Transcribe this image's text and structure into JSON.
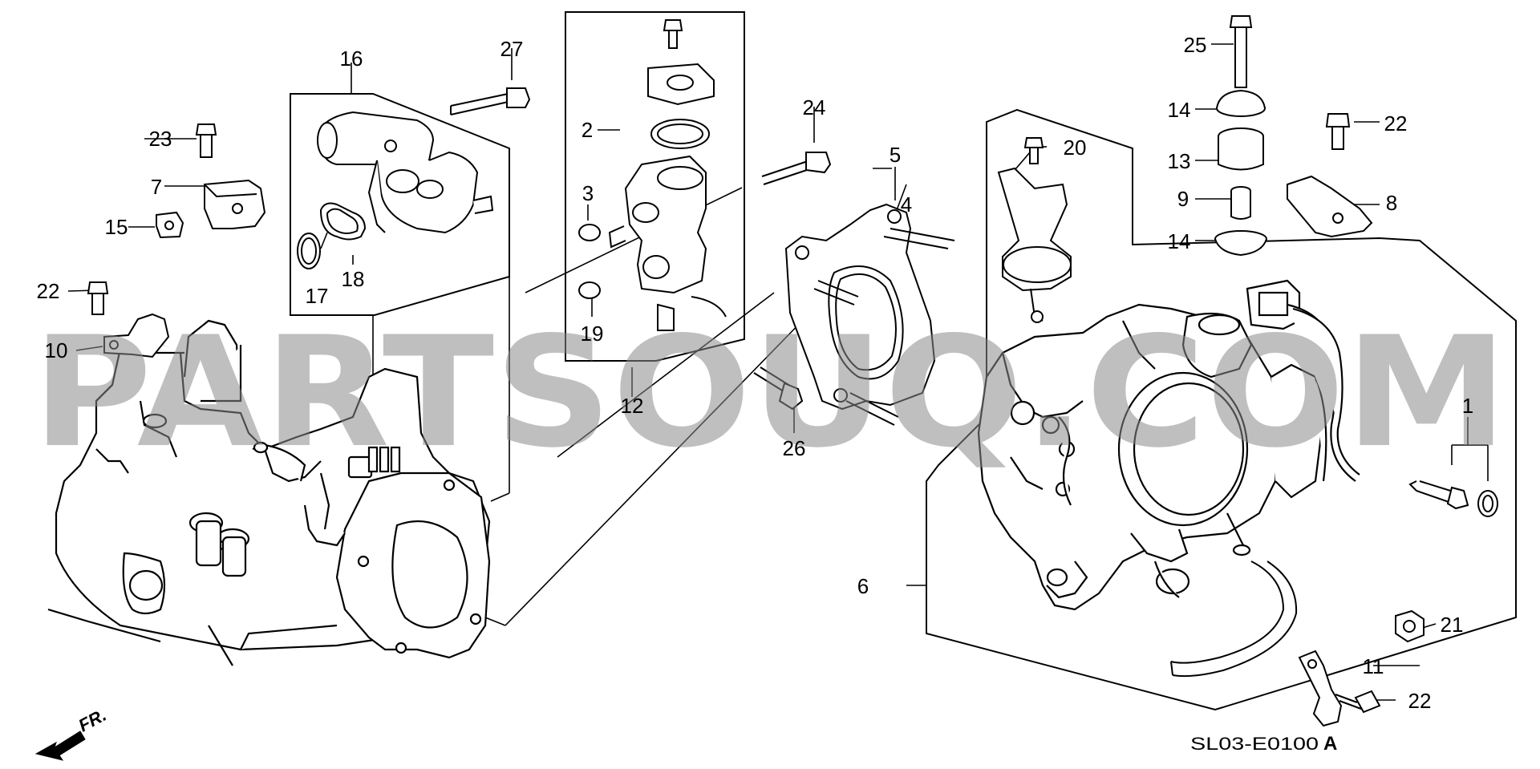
{
  "diagram": {
    "watermark": "PARTSOUQ.COM",
    "code": "SL03-E0100",
    "code_suffix": "A",
    "front_label": "FR.",
    "callouts": [
      "1",
      "2",
      "3",
      "4",
      "5",
      "6",
      "7",
      "8",
      "9",
      "10",
      "11",
      "12",
      "13",
      "14",
      "14",
      "15",
      "16",
      "17",
      "18",
      "19",
      "20",
      "21",
      "22",
      "22",
      "22",
      "23",
      "24",
      "25",
      "26",
      "27"
    ]
  }
}
